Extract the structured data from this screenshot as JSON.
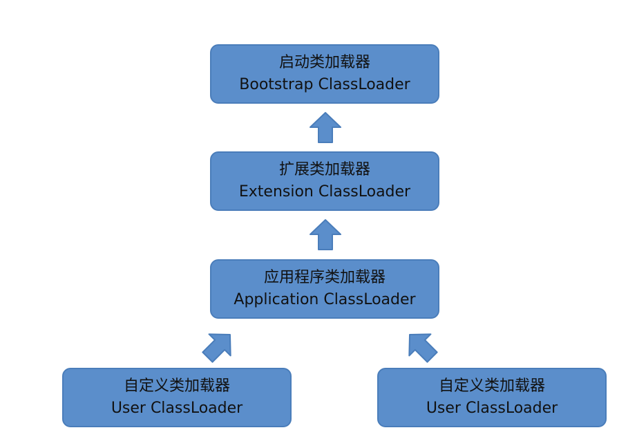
{
  "nodes": {
    "bootstrap": {
      "cn": "启动类加载器",
      "en": "Bootstrap  ClassLoader"
    },
    "extension": {
      "cn": "扩展类加载器",
      "en": "Extension  ClassLoader"
    },
    "application": {
      "cn": "应用程序类加载器",
      "en": "Application ClassLoader"
    },
    "user_left": {
      "cn": "自定义类加载器",
      "en": "User  ClassLoader"
    },
    "user_right": {
      "cn": "自定义类加载器",
      "en": "User  ClassLoader"
    }
  },
  "colors": {
    "box_fill": "#5b8ecb",
    "box_border": "#4a7dba",
    "text": "#111111"
  }
}
